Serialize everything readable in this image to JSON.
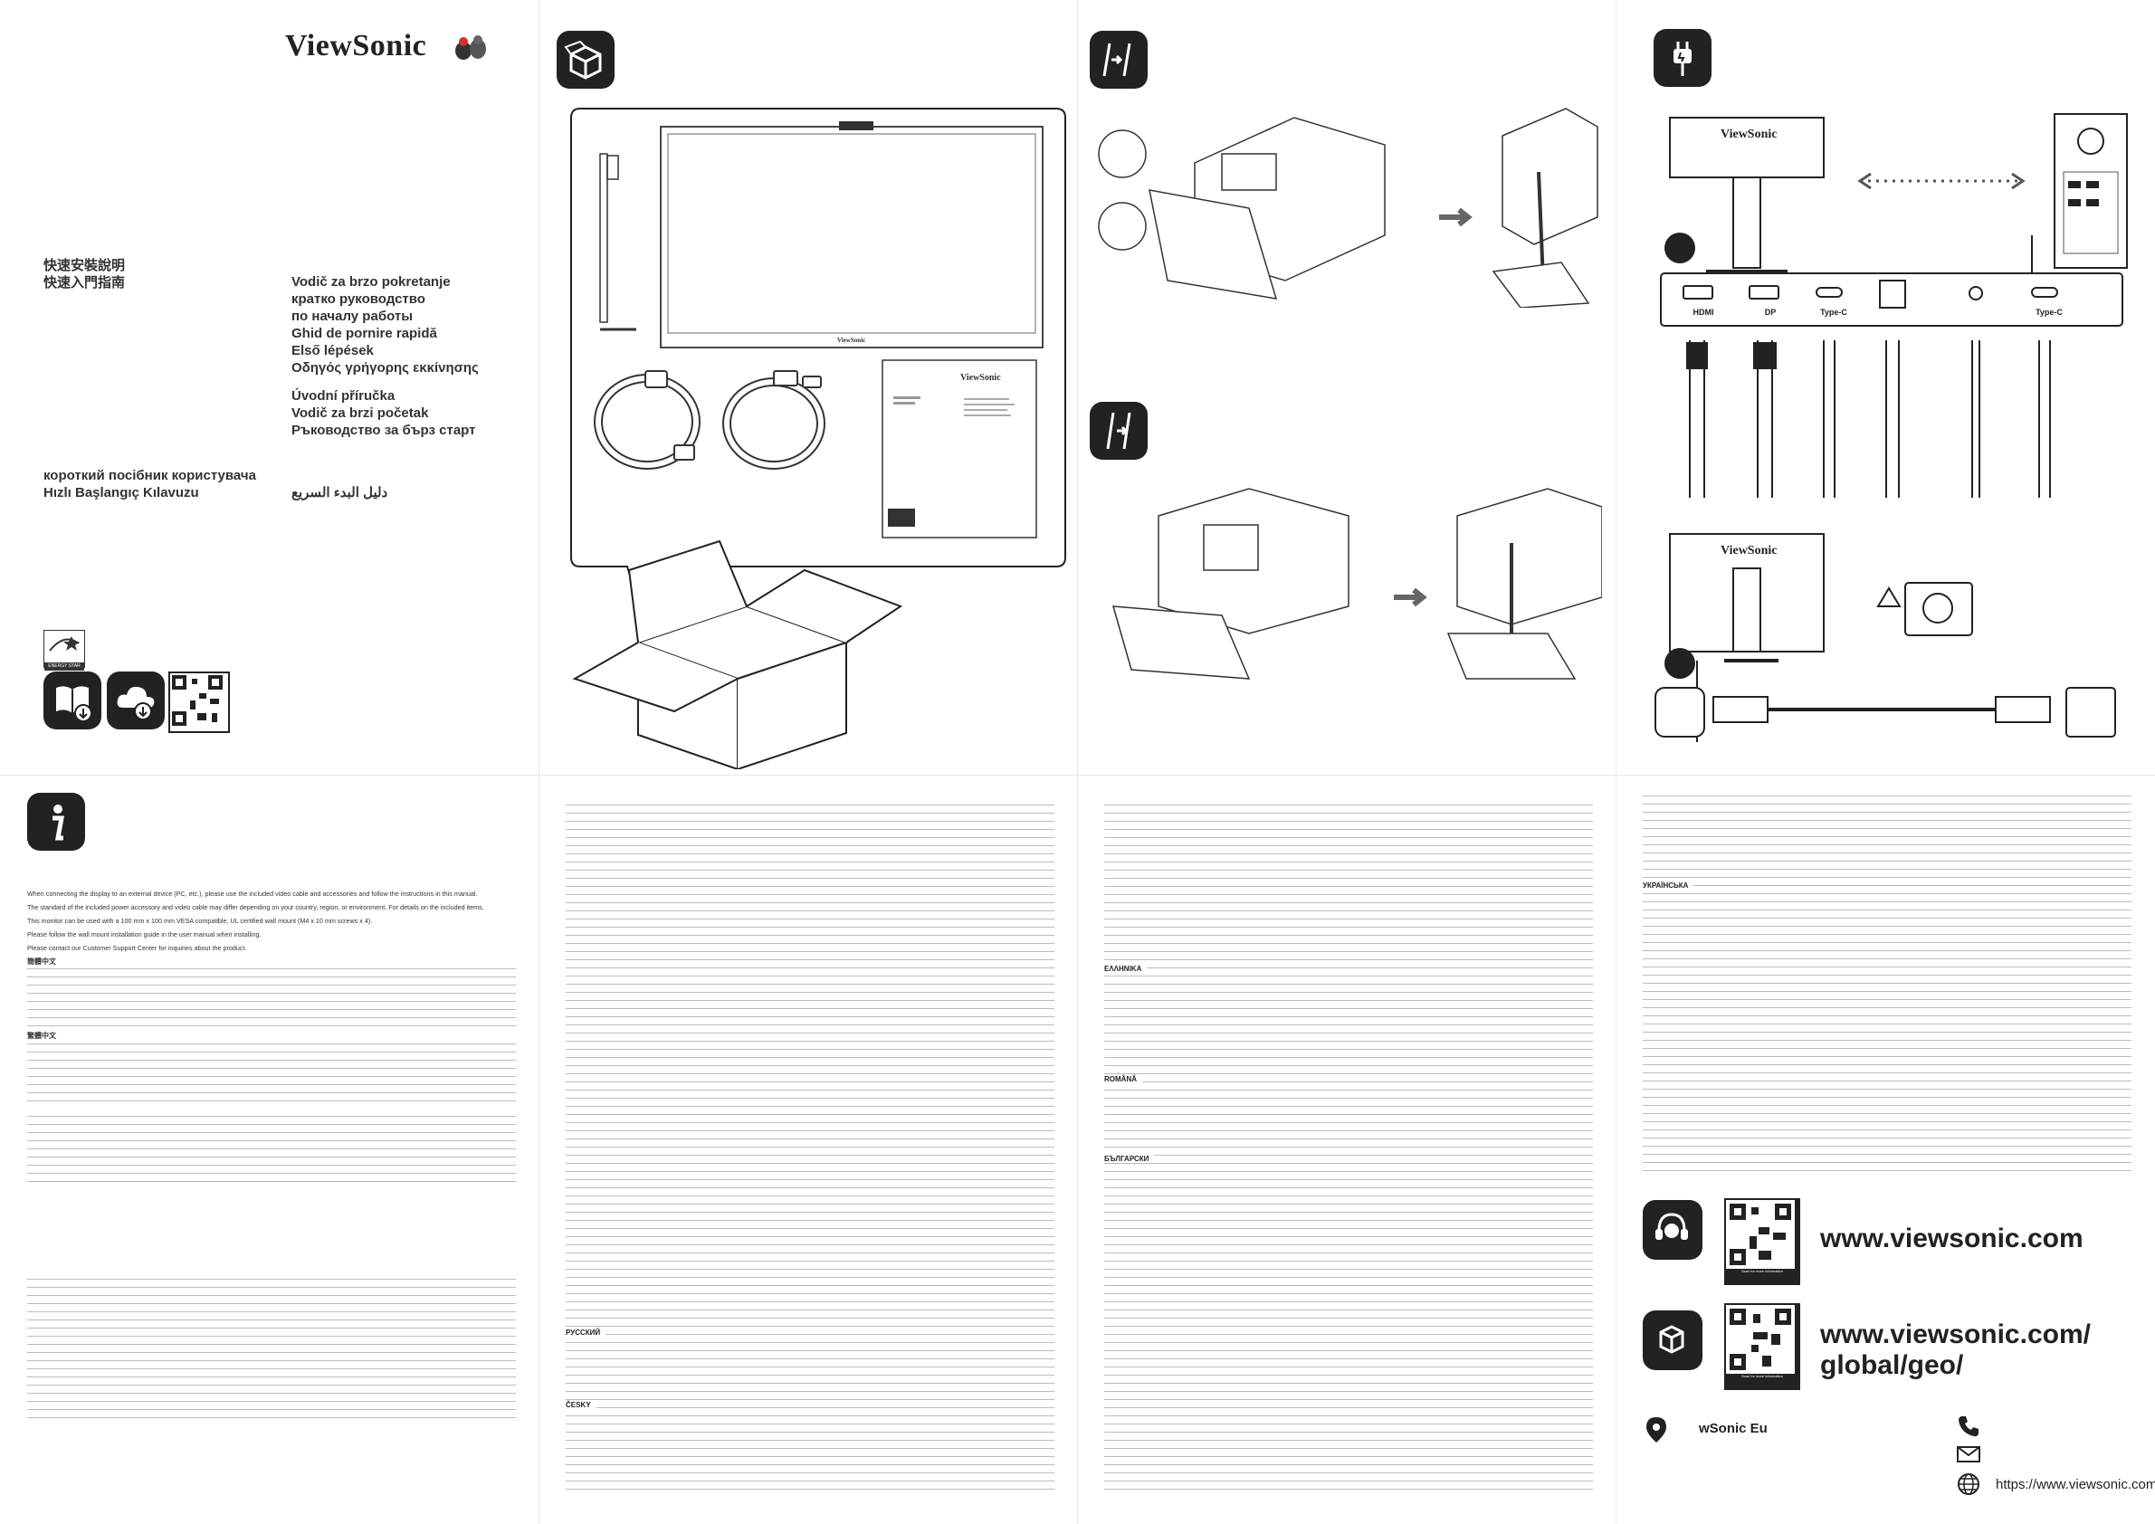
{
  "brand": "ViewSonic",
  "cover": {
    "titles_cn": [
      "快速安裝說明",
      "快速入門指南"
    ],
    "titles_right": [
      "Vodič za brzo pokretanje",
      "кратко руководство",
      "по началу работы",
      "Ghid de pornire rapidă",
      "Első lépések",
      "Οδηγός γρήγορης εκκίνησης",
      "",
      "Úvodní příručka",
      "Vodič za brzi početak",
      "Ръководство за бърз старт"
    ],
    "titles_left2": [
      "короткий посібник користувача",
      "Hızlı Başlangıç Kılavuzu"
    ],
    "title_ar": "دليل البدء السريع",
    "energy_label": "ENERGY STAR"
  },
  "info_text": [
    "When connecting the display to an external device (PC, etc.), please use the included video cable and accessories and follow the instructions in this manual.",
    "The standard of the included power accessory and video cable may differ depending on your country, region, or environment. For details on the included items,",
    "This monitor can be used with a 100 mm x 100 mm VESA compatible, UL certified wall mount (M4 x 10 mm screws x 4).",
    "Please follow the wall mount installation guide in the user manual when installing.",
    "Please contact our Customer Support Center for inquiries about the product."
  ],
  "lang_sections": [
    "簡體中文",
    "繁體中文",
    "РУССКИЙ",
    "ČESKY",
    "ΕΛΛΗΝΙΚΑ",
    "ROMÂNĂ",
    "БЪЛГАРСКИ",
    "УКРАЇНСЬКА"
  ],
  "ports": [
    "HDMI",
    "DP",
    "Type-C",
    "",
    "",
    "Type-C"
  ],
  "urls": {
    "main": "www.viewsonic.com",
    "geo_line1": "www.viewsonic.com/",
    "geo_line2": "global/geo/",
    "eu_short": "wSonic Eu",
    "eu_url": "https://www.viewsonic.com/eu/"
  },
  "qr_caption": "Scan for more information"
}
